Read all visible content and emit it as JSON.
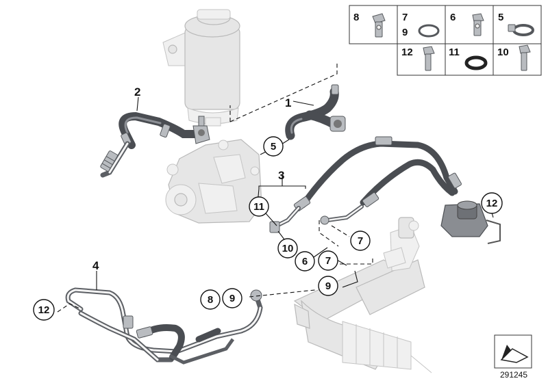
{
  "diagram": {
    "parts": [
      {
        "id": "p1",
        "label": "1"
      },
      {
        "id": "p2",
        "label": "2"
      },
      {
        "id": "p3",
        "label": "3"
      },
      {
        "id": "p4",
        "label": "4"
      }
    ],
    "callouts": {
      "c5": "5",
      "c11": "11",
      "c10": "10",
      "c6": "6",
      "c7a": "7",
      "c7b": "7",
      "c9a": "9",
      "c9b": "9",
      "c8": "8",
      "c12a": "12",
      "c12b": "12"
    },
    "legend": {
      "row1": [
        {
          "label": "8"
        },
        {
          "label": "7",
          "sublabel": "9"
        },
        {
          "label": "6"
        },
        {
          "label": "5"
        }
      ],
      "row2": [
        {
          "label": "12"
        },
        {
          "label": "11"
        },
        {
          "label": "10"
        }
      ]
    },
    "diagram_number": "291245"
  },
  "colors": {
    "hose": "#4a4d52",
    "ghost_part": "#e6e6e6",
    "line": "#111111"
  }
}
